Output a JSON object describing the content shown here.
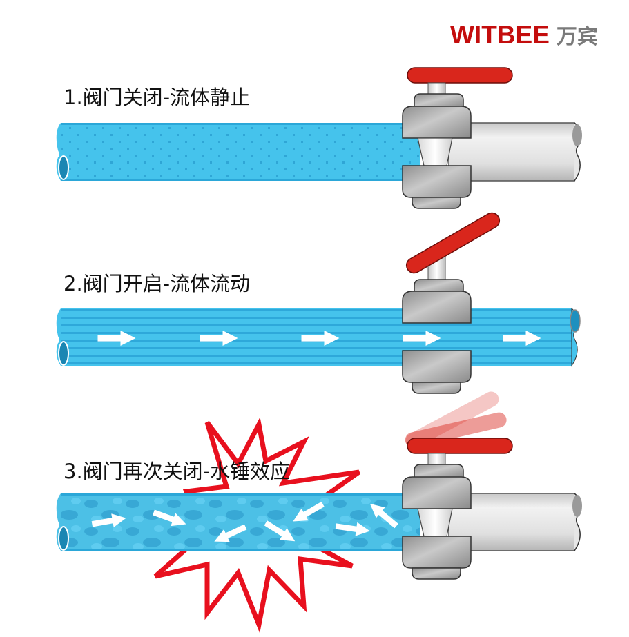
{
  "logo": {
    "brand_en": "WITBEE",
    "brand_cn": "万宾"
  },
  "steps": [
    {
      "label": "1.阀门关闭-流体静止",
      "state": "closed",
      "flow": "static"
    },
    {
      "label": "2.阀门开启-流体流动",
      "state": "open",
      "flow": "flowing"
    },
    {
      "label": "3.阀门再次关闭-水锤效应",
      "state": "closed-again",
      "flow": "water-hammer"
    }
  ],
  "colors": {
    "brand_red": "#c40d0d",
    "water_blue": "#45c3ec",
    "water_dark": "#2a9fcf",
    "valve_gray": "#a9a9a9",
    "pipe_gray": "#e2e2e2",
    "handle_red": "#d9261c",
    "burst_red": "#e8101e"
  }
}
